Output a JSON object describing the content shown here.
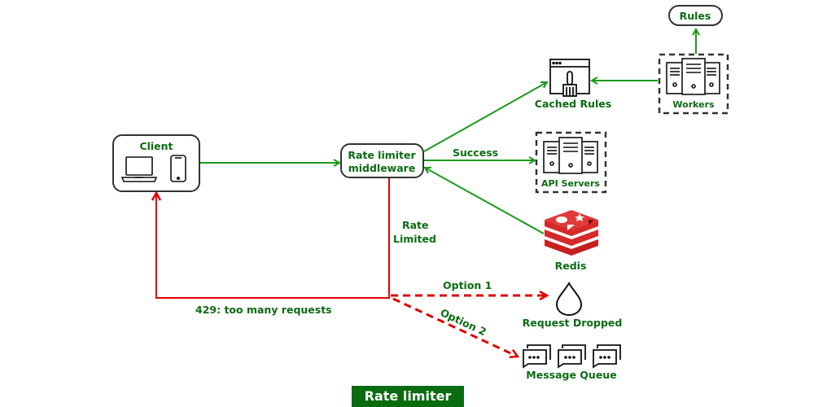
{
  "diagram": {
    "title": "Rate limiter",
    "nodes": {
      "client": {
        "label": "Client",
        "icons": [
          "laptop-icon",
          "smartphone-icon"
        ]
      },
      "middleware": {
        "label_line1": "Rate limiter",
        "label_line2": "middleware"
      },
      "cached_rules": {
        "label": "Cached Rules",
        "icon": "browser-broom-icon"
      },
      "workers": {
        "label": "Workers",
        "icon": "server-rack-icon"
      },
      "rules": {
        "label": "Rules"
      },
      "api_servers": {
        "label": "API Servers",
        "icon": "server-rack-icon"
      },
      "redis": {
        "label": "Redis",
        "icon": "redis-logo-icon"
      },
      "request_dropped": {
        "label": "Request Dropped",
        "icon": "drop-icon"
      },
      "message_queue": {
        "label": "Message Queue",
        "icon": "chat-bubbles-icon"
      }
    },
    "edges": {
      "success": "Success",
      "rate_limited_line1": "Rate",
      "rate_limited_line2": "Limited",
      "too_many": "429: too many requests",
      "option1": "Option 1",
      "option2": "Option 2"
    },
    "colors": {
      "success_line": "#1a9a1a",
      "error_line": "#e00000",
      "label_green": "#0b6b12",
      "title_bg": "#0a6b10"
    }
  }
}
